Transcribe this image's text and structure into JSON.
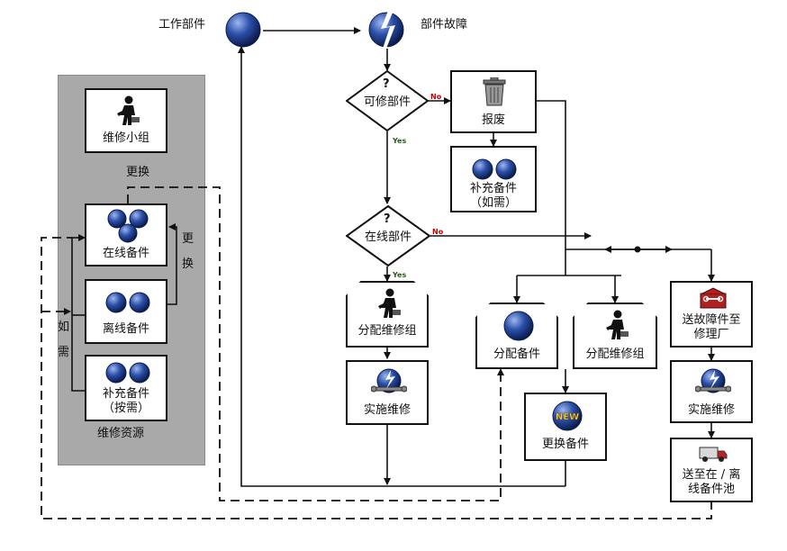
{
  "top": {
    "working_part": "工作部件",
    "part_failure": "部件故障"
  },
  "decisions": {
    "repairable": {
      "label": "可修部件",
      "mark": "?",
      "no": "No",
      "yes": "Yes"
    },
    "online": {
      "label": "在线部件",
      "mark": "?",
      "no": "No",
      "yes": "Yes"
    }
  },
  "scrap": {
    "label": "报废"
  },
  "replenish_if_needed": {
    "line1": "补充备件",
    "line2": "（如需）"
  },
  "assign_repair_team_left": {
    "label": "分配维修组"
  },
  "implement_repair_left": {
    "label": "实施维修"
  },
  "assign_spares": {
    "label": "分配备件"
  },
  "assign_repair_team_right": {
    "label": "分配维修组"
  },
  "replace_spares": {
    "label": "更换备件",
    "badge": "NEW"
  },
  "send_to_factory": {
    "line1": "送故障件至",
    "line2": "修理厂"
  },
  "implement_repair_right": {
    "label": "实施维修"
  },
  "send_to_pool": {
    "line1": "送至在 / 离",
    "line2": "线备件池"
  },
  "resources": {
    "title": "维修资源",
    "repair_team": "维修小组",
    "replace_top": "更换",
    "online_spares": "在线备件",
    "offline_spares": "离线备件",
    "replenish_line1": "补充备件",
    "replenish_line2": "（按需）",
    "replace_vertical": [
      "更",
      "换"
    ],
    "as_needed_vertical": [
      "如",
      "需"
    ]
  },
  "colors": {
    "sphere": "#2a4fa8",
    "panel": "#a9a9a9",
    "no": "#c00000",
    "yes": "#2d5a1f"
  }
}
